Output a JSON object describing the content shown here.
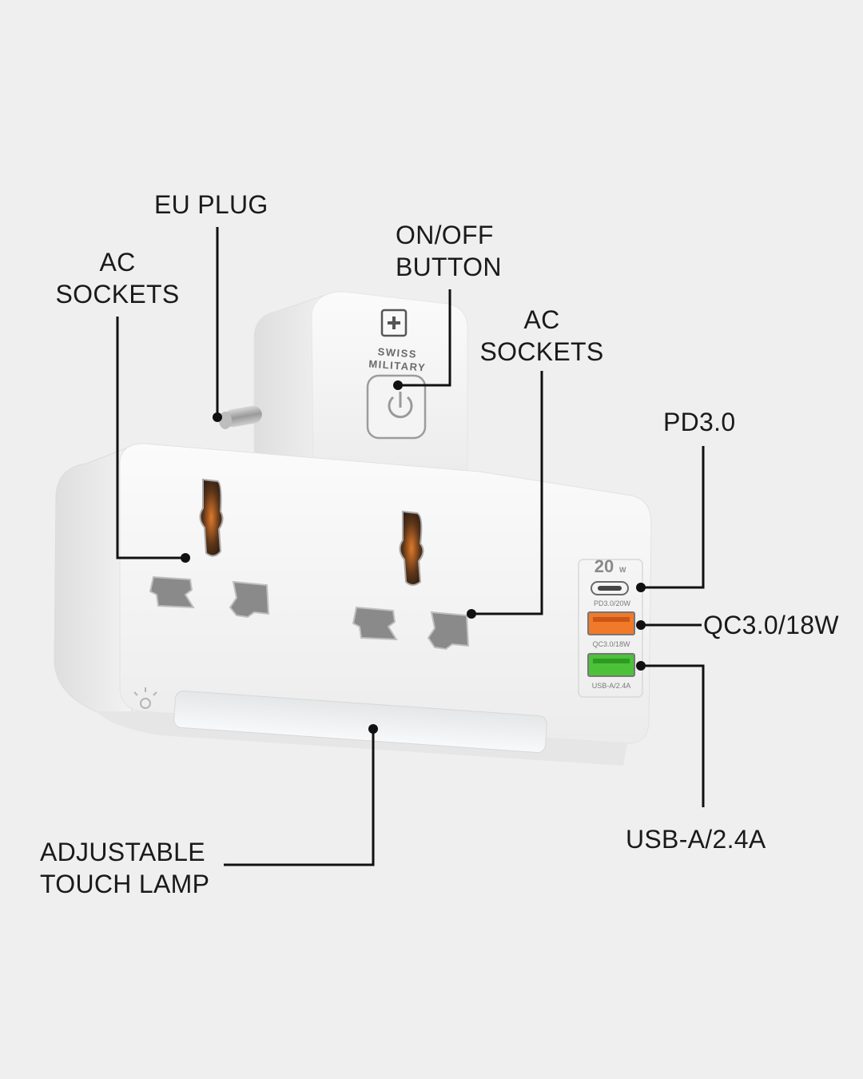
{
  "labels": {
    "eu_plug": "EU PLUG",
    "ac_sockets_left": [
      "AC",
      "SOCKETS"
    ],
    "on_off_button": [
      "ON/OFF",
      "BUTTON"
    ],
    "ac_sockets_right": [
      "AC",
      "SOCKETS"
    ],
    "pd": "PD3.0",
    "qc": "QC3.0/18W",
    "usb_a": "USB-A/2.4A",
    "touch_lamp": [
      "ADJUSTABLE",
      "TOUCH LAMP"
    ]
  },
  "device": {
    "brand_line1": "SWISS",
    "brand_line2": "MILITARY",
    "usb_c_badge": "20",
    "usb_c_badge_unit": "W",
    "port_pd_label": "PD3.0/20W",
    "port_qc_label": "QC3.0/18W",
    "port_usba_label": "USB-A/2.4A"
  },
  "colors": {
    "background": "#efefef",
    "leader_line": "#111111",
    "device_body": "#f7f7f7",
    "qc_port": "#f07a2a",
    "usba_port": "#4cc23a"
  }
}
